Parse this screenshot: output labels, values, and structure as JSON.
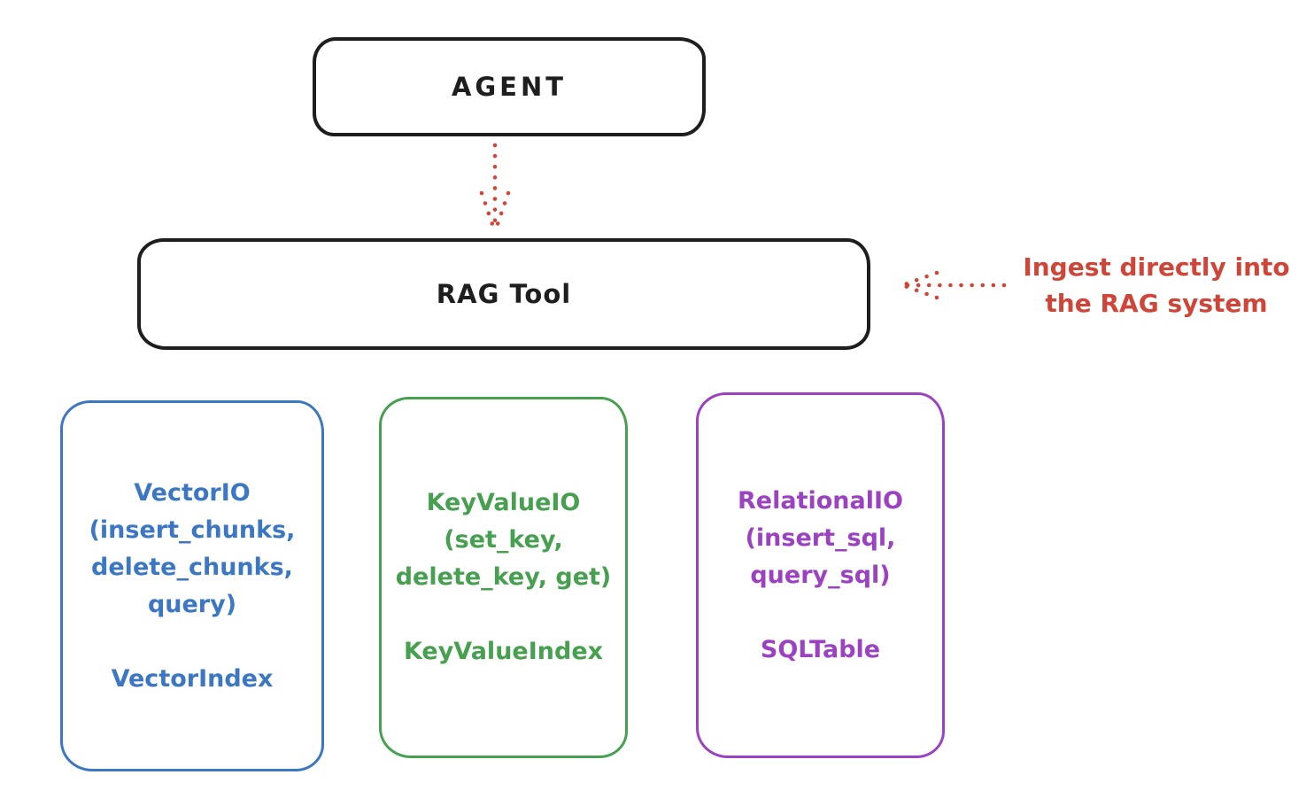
{
  "diagram": {
    "agent": {
      "label": "AGENT"
    },
    "rag_tool": {
      "label": "RAG Tool"
    },
    "annotation": {
      "line1": "Ingest directly into",
      "line2": "the RAG system"
    },
    "backends": [
      {
        "name": "vector-io",
        "lines": [
          "VectorIO",
          "(insert_chunks,",
          "delete_chunks,",
          "query)"
        ],
        "index_label": "VectorIndex"
      },
      {
        "name": "keyvalue-io",
        "lines": [
          "KeyValueIO",
          "(set_key,",
          "delete_key, get)"
        ],
        "index_label": "KeyValueIndex"
      },
      {
        "name": "relational-io",
        "lines": [
          "RelationalIO",
          "(insert_sql,",
          "query_sql)"
        ],
        "index_label": "SQLTable"
      }
    ]
  },
  "colors": {
    "ink": "#1e1e1e",
    "red": "#cf4538",
    "blue": "#3b77c3",
    "green": "#47a04f",
    "purple": "#9b42c3"
  }
}
